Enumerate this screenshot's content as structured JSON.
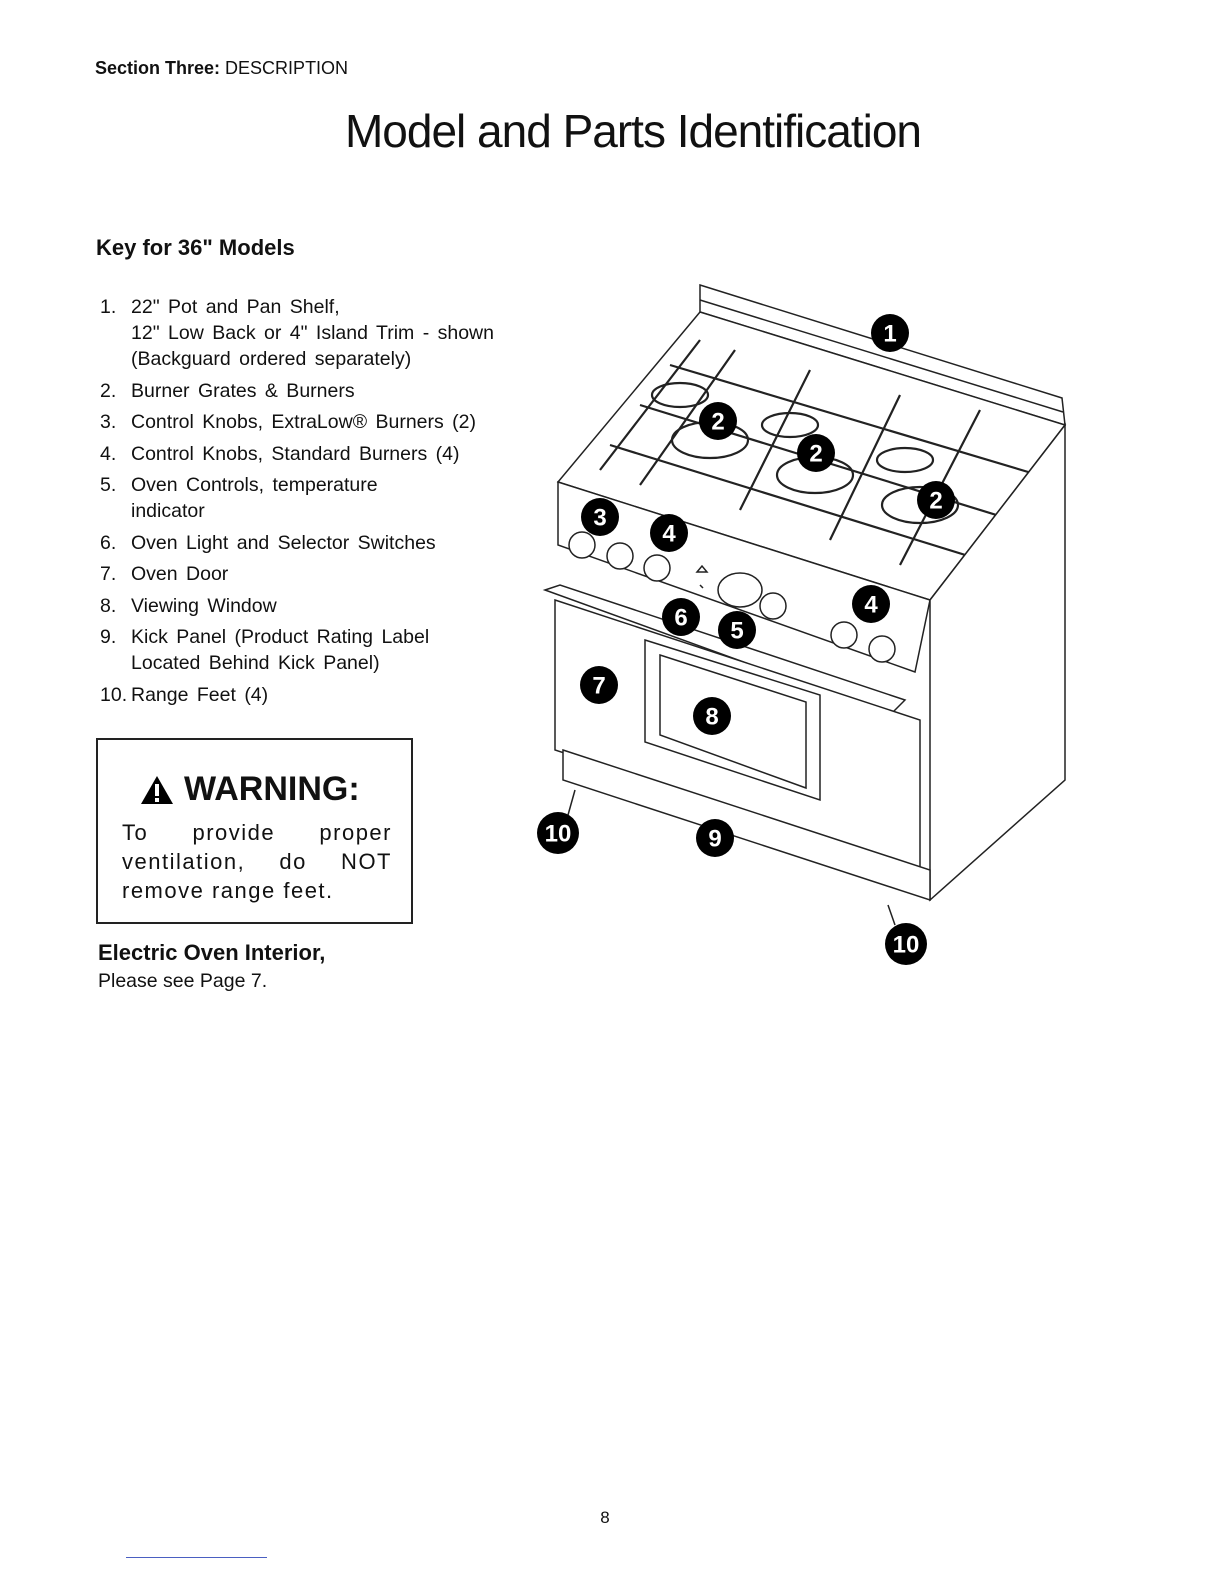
{
  "header": {
    "section_label": "Section Three:",
    "section_name": "DESCRIPTION"
  },
  "title": "Model and Parts Identification",
  "key_heading": "Key for 36\" Models",
  "parts": [
    {
      "num": "1.",
      "text": "22\" Pot and Pan Shelf,\n12\" Low Back or 4\" Island Trim - shown\n(Backguard ordered separately)"
    },
    {
      "num": "2.",
      "text": "Burner Grates & Burners"
    },
    {
      "num": "3.",
      "text": "Control Knobs, ExtraLow® Burners (2)"
    },
    {
      "num": "4.",
      "text": "Control Knobs, Standard Burners (4)"
    },
    {
      "num": "5.",
      "text": "Oven Controls, temperature\nindicator"
    },
    {
      "num": "6.",
      "text": "Oven Light and Selector Switches"
    },
    {
      "num": "7.",
      "text": "Oven Door"
    },
    {
      "num": "8.",
      "text": "Viewing Window"
    },
    {
      "num": "9.",
      "text": "Kick Panel (Product Rating Label\nLocated Behind Kick Panel)"
    },
    {
      "num": "10.",
      "text": "Range Feet (4)"
    }
  ],
  "warning": {
    "heading": "WARNING:",
    "text": "To provide proper ventilation, do NOT remove range feet."
  },
  "oven_interior": {
    "heading": "Electric Oven Interior,",
    "text": "Please see Page 7."
  },
  "diagram": {
    "callouts": [
      "1",
      "2",
      "2",
      "2",
      "3",
      "4",
      "4",
      "6",
      "5",
      "7",
      "8",
      "10",
      "9",
      "10"
    ]
  },
  "page_number": "8",
  "colors": {
    "footer_line": "#4a5fc1"
  }
}
